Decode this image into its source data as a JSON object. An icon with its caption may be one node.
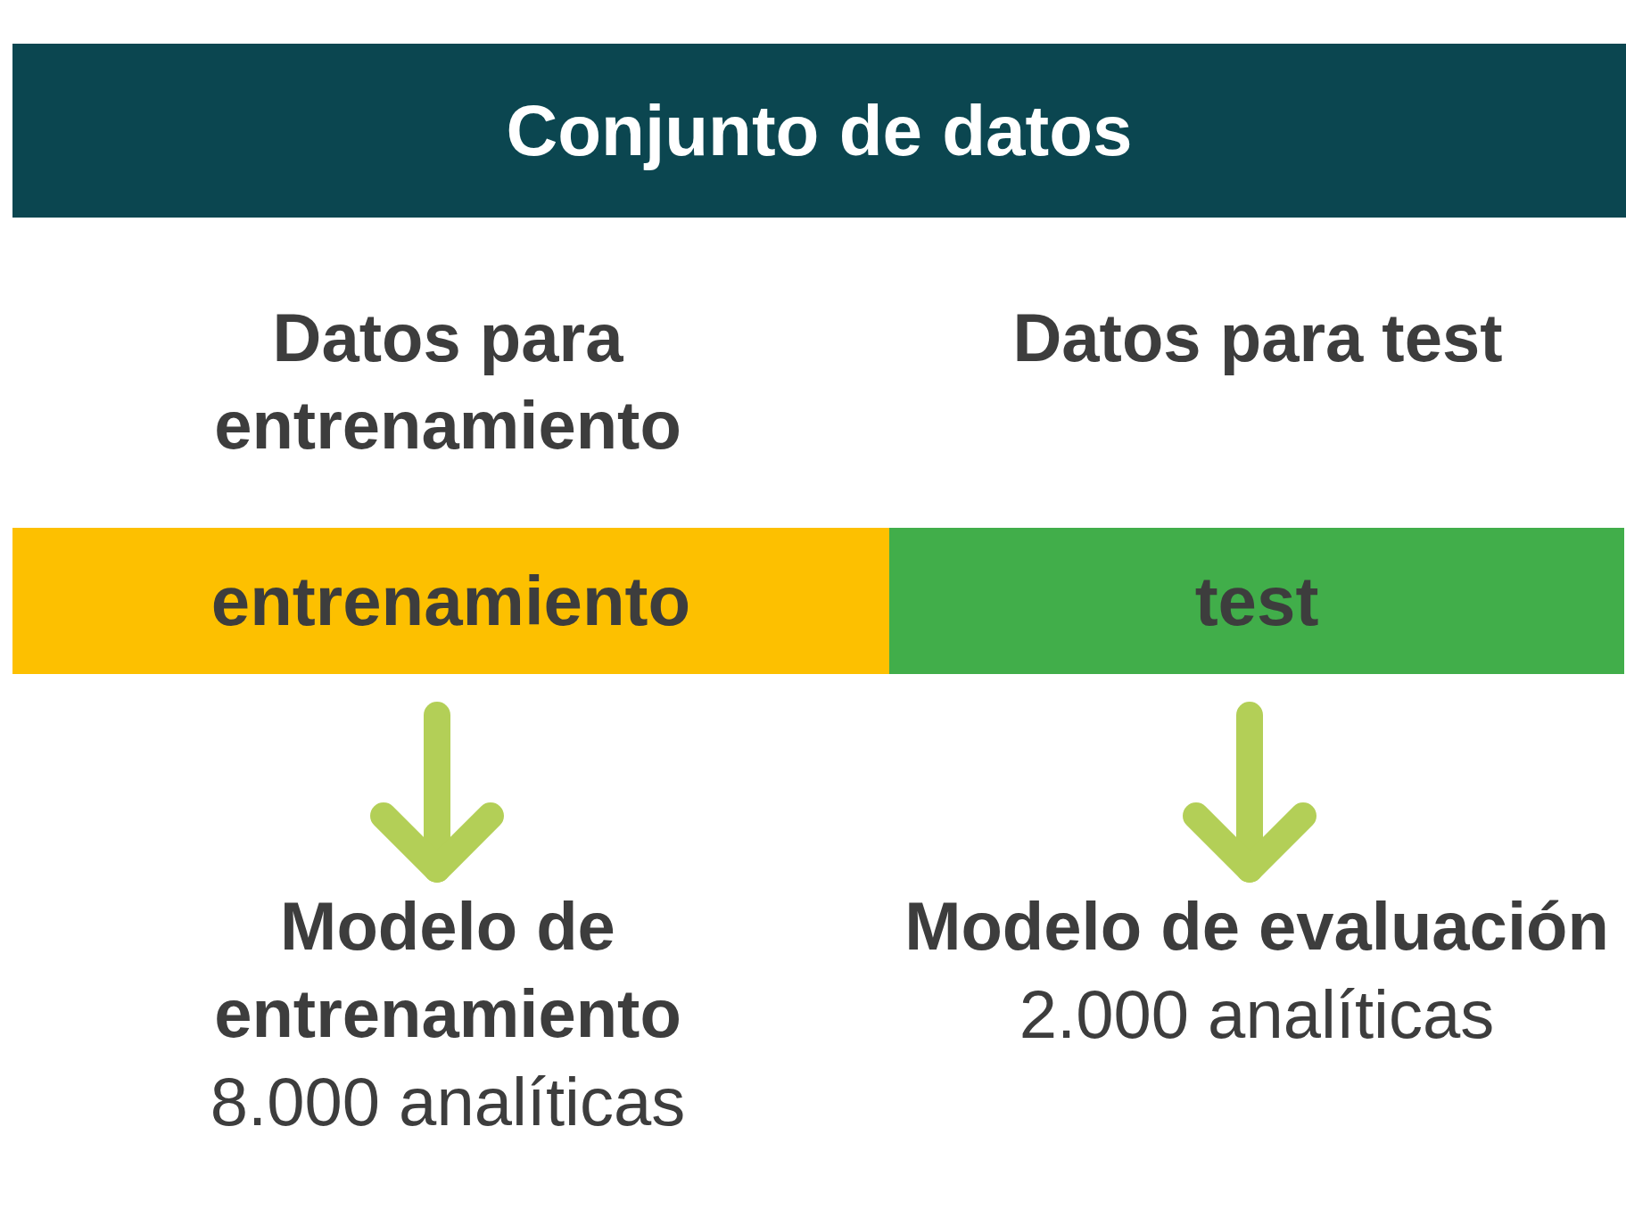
{
  "diagram": {
    "nodes": [
      {
        "text": [
          "Conjunto de datos"
        ]
      },
      {
        "text": [
          "entrenamiento"
        ]
      },
      {
        "text": [
          "test"
        ]
      },
      {
        "text": [
          "Modelo de entrenamiento",
          "8.000 analíticas"
        ]
      },
      {
        "text": [
          "Modelo de evaluación",
          "2.000 analíticas"
        ]
      }
    ],
    "edges": [
      {
        "from": 1,
        "to": 3,
        "arrow": "to"
      },
      {
        "from": 2,
        "to": 4,
        "arrow": "to"
      }
    ],
    "labels": [
      "Datos para entrenamiento",
      "Datos para test"
    ]
  }
}
